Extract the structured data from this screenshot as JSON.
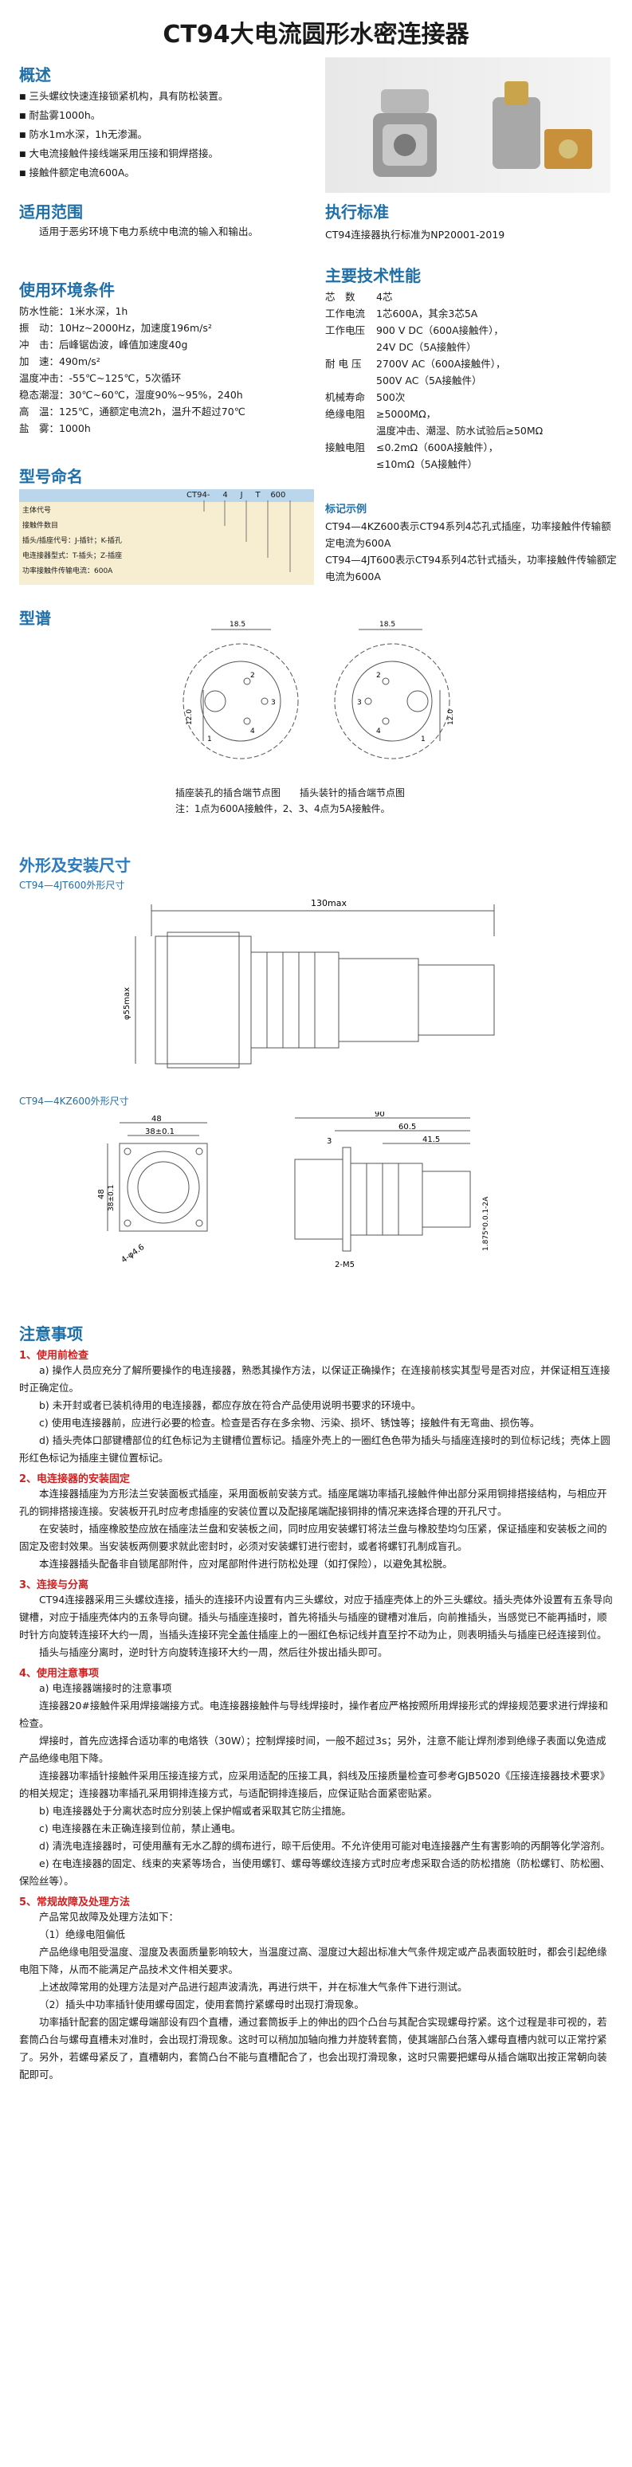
{
  "title": "CT94大电流圆形水密连接器",
  "overview": {
    "heading": "概述",
    "items": [
      "三头螺纹快速连接锁紧机构，具有防松装置。",
      "耐盐雾1000h。",
      "防水1m水深，1h无渗漏。",
      "大电流接触件接线端采用压接和铜焊搭接。",
      "接触件额定电流600A。"
    ]
  },
  "scope": {
    "heading": "适用范围",
    "text": "适用于恶劣环境下电力系统中电流的输入和输出。"
  },
  "standard": {
    "heading": "执行标准",
    "text": "CT94连接器执行标准为NP20001-2019"
  },
  "env": {
    "heading": "使用环境条件",
    "rows": [
      [
        "防水性能",
        "1米水深，1h"
      ],
      [
        "振　动",
        "10Hz~2000Hz，加速度196m/s²"
      ],
      [
        "冲　击",
        "后峰锯齿波，峰值加速度40g"
      ],
      [
        "加　速",
        "490m/s²"
      ],
      [
        "温度冲击",
        "-55℃~125℃，5次循环"
      ],
      [
        "稳态潮湿",
        "30℃~60℃，湿度90%~95%，240h"
      ],
      [
        "高　温",
        "125℃，通额定电流2h，温升不超过70℃"
      ],
      [
        "盐　雾",
        "1000h"
      ]
    ]
  },
  "specs": {
    "heading": "主要技术性能",
    "rows": [
      [
        "芯　数",
        "4芯"
      ],
      [
        "工作电流",
        "1芯600A，其余3芯5A"
      ],
      [
        "工作电压",
        "900 V DC（600A接触件），"
      ],
      [
        "",
        "24V DC（5A接触件）"
      ],
      [
        "耐 电 压",
        "2700V AC（600A接触件），"
      ],
      [
        "",
        "500V AC（5A接触件）"
      ],
      [
        "机械寿命",
        "500次"
      ],
      [
        "绝缘电阻",
        "≥5000MΩ，"
      ],
      [
        "",
        "温度冲击、潮湿、防水试验后≥50MΩ"
      ],
      [
        "接触电阻",
        "≤0.2mΩ（600A接触件），"
      ],
      [
        "",
        "≤10mΩ（5A接触件）"
      ]
    ]
  },
  "model": {
    "heading": "型号命名",
    "code": [
      "CT94-",
      "4",
      "J",
      "T",
      "600"
    ],
    "labels": [
      "主体代号",
      "接触件数目",
      "插头/插座代号：J-插针；K-插孔",
      "电连接器型式：T-插头；Z-插座",
      "功率接触件传输电流：600A"
    ]
  },
  "marking": {
    "heading": "标记示例",
    "lines": [
      "CT94—4KZ600表示CT94系列4芯孔式插座，功率接触件传输额定电流为600A",
      "CT94—4JT600表示CT94系列4芯针式插头，功率接触件传输额定电流为600A"
    ]
  },
  "pinout": {
    "heading": "型谱",
    "dim1": "18.5",
    "dim2": "12.0",
    "caption1": "插座装孔的插合端节点图　　插头装针的插合端节点图",
    "caption2": "注：1点为600A接触件，2、3、4点为5A接触件。",
    "pins": [
      "1",
      "2",
      "3",
      "4"
    ]
  },
  "outline": {
    "heading": "外形及安装尺寸",
    "cap1": "CT94—4JT600外形尺寸",
    "len1": "130max",
    "dia1": "φ55max",
    "cap2": "CT94—4KZ600外形尺寸",
    "d48": "48",
    "d38": "38±0.1",
    "d38v": "38±0.1",
    "d48v": "48",
    "d_holes": "4-φ4.6",
    "d90": "90",
    "d605": "60.5",
    "d415": "41.5",
    "d3": "3",
    "thread": "1.875*0.0.1-2A",
    "m5": "2-M5"
  },
  "notice": {
    "heading": "注意事项",
    "s1": "1、使用前检查",
    "p1": [
      "a) 操作人员应充分了解所要操作的电连接器，熟悉其操作方法，以保证正确操作；在连接前核实其型号是否对应，并保证相互连接时正确定位。",
      "b) 未开封或者已装机待用的电连接器，都应存放在符合产品使用说明书要求的环境中。",
      "c) 使用电连接器前，应进行必要的检查。检查是否存在多余物、污染、损坏、锈蚀等；接触件有无弯曲、损伤等。",
      "d) 插头壳体口部键槽部位的红色标记为主键槽位置标记。插座外壳上的一圈红色色带为插头与插座连接时的到位标记线；壳体上圆形红色标记为插座主键位置标记。"
    ],
    "s2": "2、电连接器的安装固定",
    "p2": [
      "本连接器插座为方形法兰安装面板式插座，采用面板前安装方式。插座尾端功率插孔接触件伸出部分采用铜排搭接结构，与相应开孔的铜排搭接连接。安装板开孔时应考虑插座的安装位置以及配接尾端配接铜排的情况来选择合理的开孔尺寸。",
      "在安装时，插座橡胶垫应放在插座法兰盘和安装板之间，同时应用安装螺钉将法兰盘与橡胶垫均匀压紧，保证插座和安装板之间的固定及密封效果。当安装板两侧要求就此密封时，必须对安装螺钉进行密封，或者将螺钉孔制成盲孔。",
      "本连接器插头配备非自锁尾部附件，应对尾部附件进行防松处理（如打保险），以避免其松脱。"
    ],
    "s3": "3、连接与分离",
    "p3": [
      "CT94连接器采用三头螺纹连接，插头的连接环内设置有内三头螺纹，对应于插座壳体上的外三头螺纹。插头壳体外设置有五条导向键槽，对应于插座壳体内的五条导向键。插头与插座连接时，首先将插头与插座的键槽对准后，向前推插头，当感觉已不能再插时，顺时针方向旋转连接环大约一周，当插头连接环完全盖住插座上的一圈红色标记线并直至拧不动为止，则表明插头与插座已经连接到位。",
      "插头与插座分离时，逆时针方向旋转连接环大约一周，然后往外拔出插头即可。"
    ],
    "s4": "4、使用注意事项",
    "p4a": "a) 电连接器端接时的注意事项",
    "p4": [
      "连接器20#接触件采用焊接端接方式。电连接器接触件与导线焊接时，操作者应严格按照所用焊接形式的焊接规范要求进行焊接和检查。",
      "焊接时，首先应选择合适功率的电烙铁（30W）；控制焊接时间，一般不超过3s；另外，注意不能让焊剂渗到绝缘子表面以免造成产品绝缘电阻下降。",
      "连接器功率插针接触件采用压接连接方式，应采用适配的压接工具，斜线及压接质量检查可参考GJB5020《压接连接器技术要求》的相关规定；连接器功率插孔采用铜排连接方式，与适配铜排连接后，应保证贴合面紧密贴紧。"
    ],
    "p4b": [
      "b) 电连接器处于分离状态时应分别装上保护帽或者采取其它防尘措施。",
      "c) 电连接器在未正确连接到位前，禁止通电。",
      "d) 清洗电连接器时，可使用蘸有无水乙醇的绸布进行，晾干后使用。不允许使用可能对电连接器产生有害影响的丙酮等化学溶剂。",
      "e) 在电连接器的固定、线束的夹紧等场合，当使用螺钉、螺母等螺纹连接方式时应考虑采取合适的防松措施（防松螺钉、防松圈、保险丝等）。"
    ],
    "s5": "5、常规故障及处理方法",
    "p5": [
      "产品常见故障及处理方法如下：",
      "（1）绝缘电阻偏低",
      "产品绝缘电阻受温度、湿度及表面质量影响较大，当温度过高、湿度过大超出标准大气条件规定或产品表面较脏时，都会引起绝缘电阻下降，从而不能满足产品技术文件相关要求。",
      "上述故障常用的处理方法是对产品进行超声波清洗，再进行烘干，并在标准大气条件下进行测试。",
      "（2）插头中功率插针使用螺母固定，使用套筒拧紧螺母时出现打滑现象。",
      "功率插针配套的固定螺母端部设有四个直槽，通过套筒扳手上的伸出的四个凸台与其配合实现螺母拧紧。这个过程是非可视的，若套筒凸台与螺母直槽未对准时，会出现打滑现象。这时可以稍加加轴向推力并旋转套筒，使其端部凸台落入螺母直槽内就可以正常拧紧了。另外，若螺母紧反了，直槽朝内，套筒凸台不能与直槽配合了，也会出现打滑现象，这时只需要把螺母从插合端取出按正常朝向装配即可。"
    ]
  }
}
